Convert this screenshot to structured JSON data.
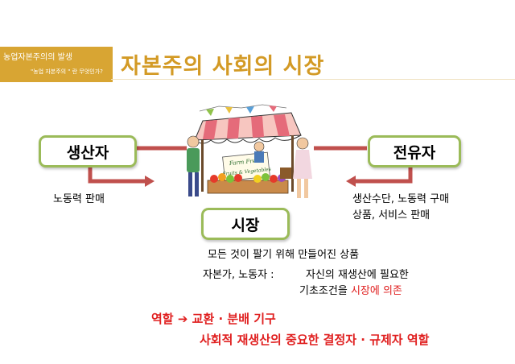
{
  "corner": {
    "line1": "농업자본주의의 발생",
    "line2": "\"농업 자본주의 \" 란 무엇인가?"
  },
  "title": "자본주의 사회의 시장",
  "illustration": {
    "sign_line1": "Farm Fresh",
    "sign_line2": "Fruits & Vegetables"
  },
  "producer": {
    "label": "생산자",
    "note": "노동력 판매"
  },
  "owner": {
    "label": "전유자",
    "note_line1": "생산수단, 노동력 구매",
    "note_line2": "상품, 서비스 판매"
  },
  "market": {
    "label": "시장",
    "desc1": "모든 것이 팔기 위해 만들어진 상품",
    "desc2_lead": "자본가, 노동자 :",
    "desc2_rest": "자신의 재생산에 필요한",
    "desc3_pre": "기초조건을",
    "desc3_red": "시장에 의존"
  },
  "role": {
    "label": "역할",
    "arrow": "➔",
    "line1": "교환 ·  분배 기구",
    "line2": "사회적 재생산의 중요한 결정자 · 규제자 역할"
  },
  "colors": {
    "accent_gold": "#d39a25",
    "corner_bg": "#d8a533",
    "box_border": "#9bbb59",
    "arrow_red": "#c0504d",
    "text_red": "#e02020"
  }
}
